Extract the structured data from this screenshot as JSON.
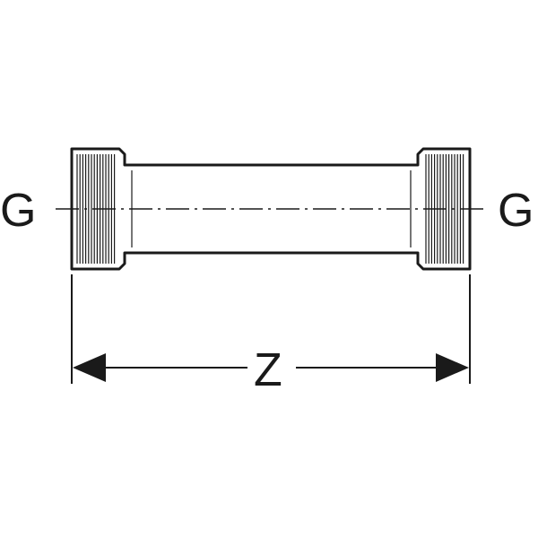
{
  "labels": {
    "left_thread": "G",
    "right_thread": "G",
    "dimension": "Z"
  },
  "colors": {
    "stroke": "#1a1a1a",
    "background": "#ffffff"
  }
}
